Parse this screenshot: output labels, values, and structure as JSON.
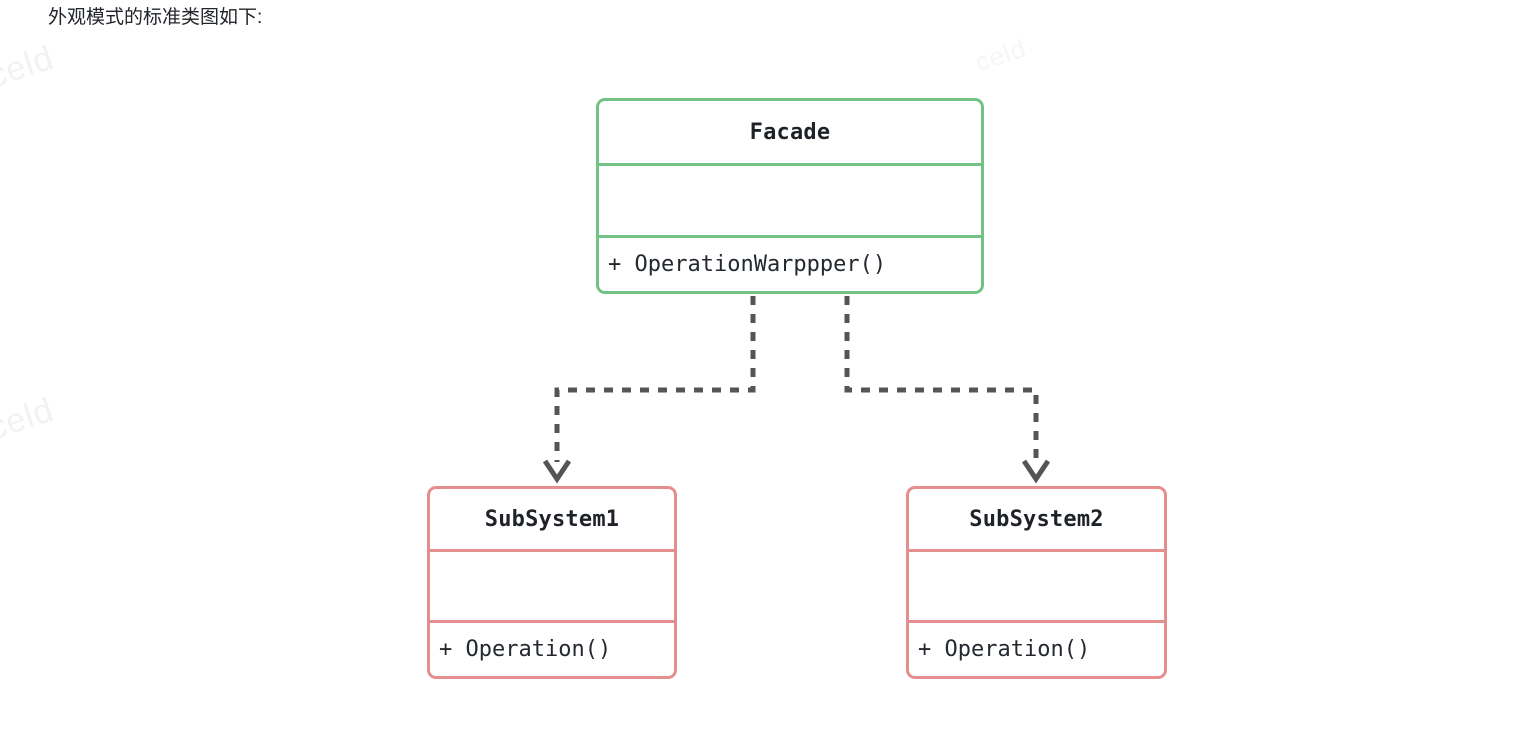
{
  "page": {
    "caption": "外观模式的标准类图如下:",
    "background_color": "#ffffff"
  },
  "watermarks": {
    "top_left": "celd",
    "mid_left": "celd",
    "top_right": "celd"
  },
  "colors": {
    "facade_border": "#72c286",
    "subsystem_border": "#e48e8e",
    "connector": "#555555",
    "text": "#1f2328"
  },
  "diagram": {
    "type": "uml-class-diagram",
    "pattern": "Facade",
    "classes": [
      {
        "id": "facade",
        "name": "Facade",
        "role": "facade",
        "border_color": "#72c286",
        "attributes": [],
        "operations": [
          "+ OperationWarppper()"
        ]
      },
      {
        "id": "subsystem1",
        "name": "SubSystem1",
        "role": "subsystem",
        "border_color": "#e48e8e",
        "attributes": [],
        "operations": [
          "+ Operation()"
        ]
      },
      {
        "id": "subsystem2",
        "name": "SubSystem2",
        "role": "subsystem",
        "border_color": "#e48e8e",
        "attributes": [],
        "operations": [
          "+ Operation()"
        ]
      }
    ],
    "relations": [
      {
        "id": "facade-to-subsystem1",
        "from": "facade",
        "to": "subsystem1",
        "kind": "dependency",
        "line_style": "dashed",
        "arrow": "open-v",
        "label": ""
      },
      {
        "id": "facade-to-subsystem2",
        "from": "facade",
        "to": "subsystem2",
        "kind": "dependency",
        "line_style": "dashed",
        "arrow": "open-v",
        "label": ""
      }
    ]
  }
}
